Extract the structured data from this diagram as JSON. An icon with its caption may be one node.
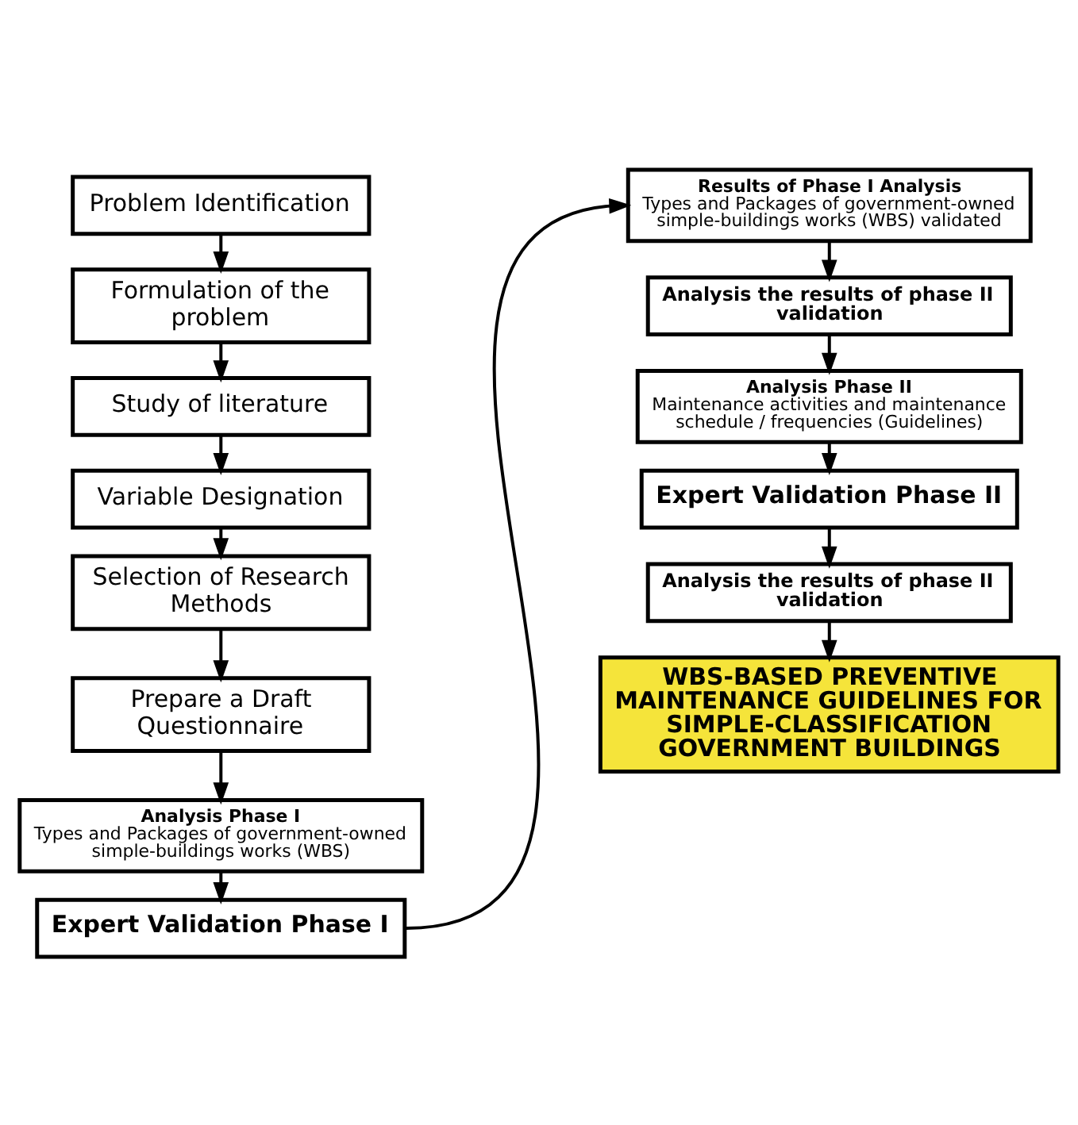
{
  "diagram": {
    "nodes": [
      {
        "text": [
          "Problem Identification"
        ]
      },
      {
        "text": [
          "Formulation of the problem"
        ]
      },
      {
        "text": [
          "Study of literature"
        ]
      },
      {
        "text": [
          "Variable Designation"
        ]
      },
      {
        "text": [
          "Selection of Research Methods"
        ]
      },
      {
        "text": [
          "Prepare a Draft Questionnaire"
        ]
      },
      {
        "text": [
          "Analysis Phase I",
          "Types and Packages of government-owned simple-buildings works (WBS)"
        ]
      },
      {
        "text": [
          "Expert Validation Phase I"
        ]
      },
      {
        "text": [
          "Results of Phase I Analysis",
          "Types and Packages of government-owned simple-buildings works (WBS) validated"
        ]
      },
      {
        "text": [
          "Analysis the results of phase II validation"
        ]
      },
      {
        "text": [
          "Analysis Phase II",
          "Maintenance activities and maintenance schedule / frequencies (Guidelines)"
        ]
      },
      {
        "text": [
          "Expert Validation Phase II"
        ]
      },
      {
        "text": [
          "Analysis the results of phase II validation"
        ]
      },
      {
        "text": [
          "WBS-BASED PREVENTIVE MAINTENANCE GUIDELINES FOR SIMPLE-CLASSIFICATION GOVERNMENT BUILDINGS"
        ]
      }
    ],
    "edges": [
      {
        "from": 0,
        "to": 1,
        "arrow": "to"
      },
      {
        "from": 1,
        "to": 2,
        "arrow": "to"
      },
      {
        "from": 2,
        "to": 3,
        "arrow": "to"
      },
      {
        "from": 3,
        "to": 4,
        "arrow": "to"
      },
      {
        "from": 4,
        "to": 5,
        "arrow": "to"
      },
      {
        "from": 5,
        "to": 6,
        "arrow": "to"
      },
      {
        "from": 6,
        "to": 7,
        "arrow": "to"
      },
      {
        "from": 7,
        "to": 8,
        "arrow": "to"
      },
      {
        "from": 8,
        "to": 9,
        "arrow": "to"
      },
      {
        "from": 9,
        "to": 10,
        "arrow": "to"
      },
      {
        "from": 10,
        "to": 11,
        "arrow": "to"
      },
      {
        "from": 11,
        "to": 12,
        "arrow": "to"
      },
      {
        "from": 12,
        "to": 13,
        "arrow": "to"
      }
    ]
  }
}
